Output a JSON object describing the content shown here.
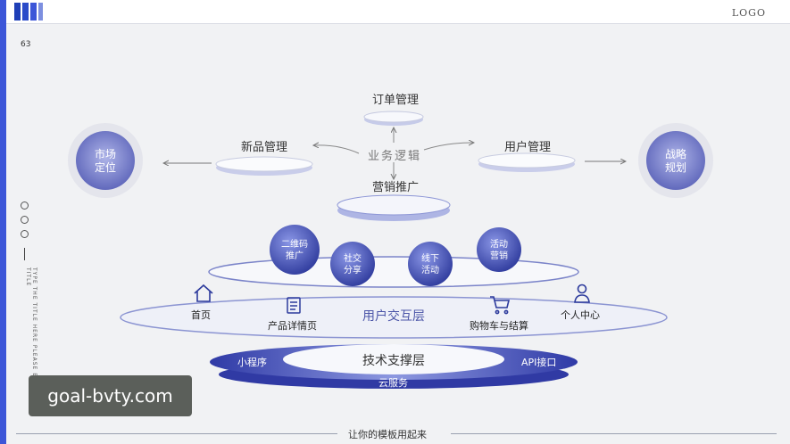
{
  "header": {
    "logo_text": "LOGO",
    "page_number": "63"
  },
  "side": {
    "vertical_text": "TYPE THE TITLE HERE PLEASE ENTER YOUR TITLE"
  },
  "diagram": {
    "center_label": "业务逻辑",
    "top_platform_label": "订单管理",
    "left_platform_label": "新品管理",
    "right_platform_label": "用户管理",
    "promo_platform_label": "营销推广",
    "left_circle": {
      "line1": "市场",
      "line2": "定位"
    },
    "right_circle": {
      "line1": "战略",
      "line2": "规划"
    },
    "balls": [
      {
        "line1": "二维码",
        "line2": "推广"
      },
      {
        "line1": "社交",
        "line2": "分享"
      },
      {
        "line1": "线下",
        "line2": "活动"
      },
      {
        "line1": "活动",
        "line2": "营销"
      }
    ],
    "interaction_layer": {
      "title": "用户交互层",
      "items": [
        "首页",
        "产品详情页",
        "购物车与结算",
        "个人中心"
      ]
    },
    "tech_layer": {
      "title": "技术支撑层",
      "left": "小程序",
      "right": "API接口",
      "bottom": "云服务"
    }
  },
  "footer": {
    "text": "让你的模板用起来"
  },
  "watermark": {
    "text": "goal-bvty.com"
  },
  "colors": {
    "accent": "#3c56d8",
    "ball_dark": "#2e3a9c",
    "ball_light": "#7a86dd"
  }
}
